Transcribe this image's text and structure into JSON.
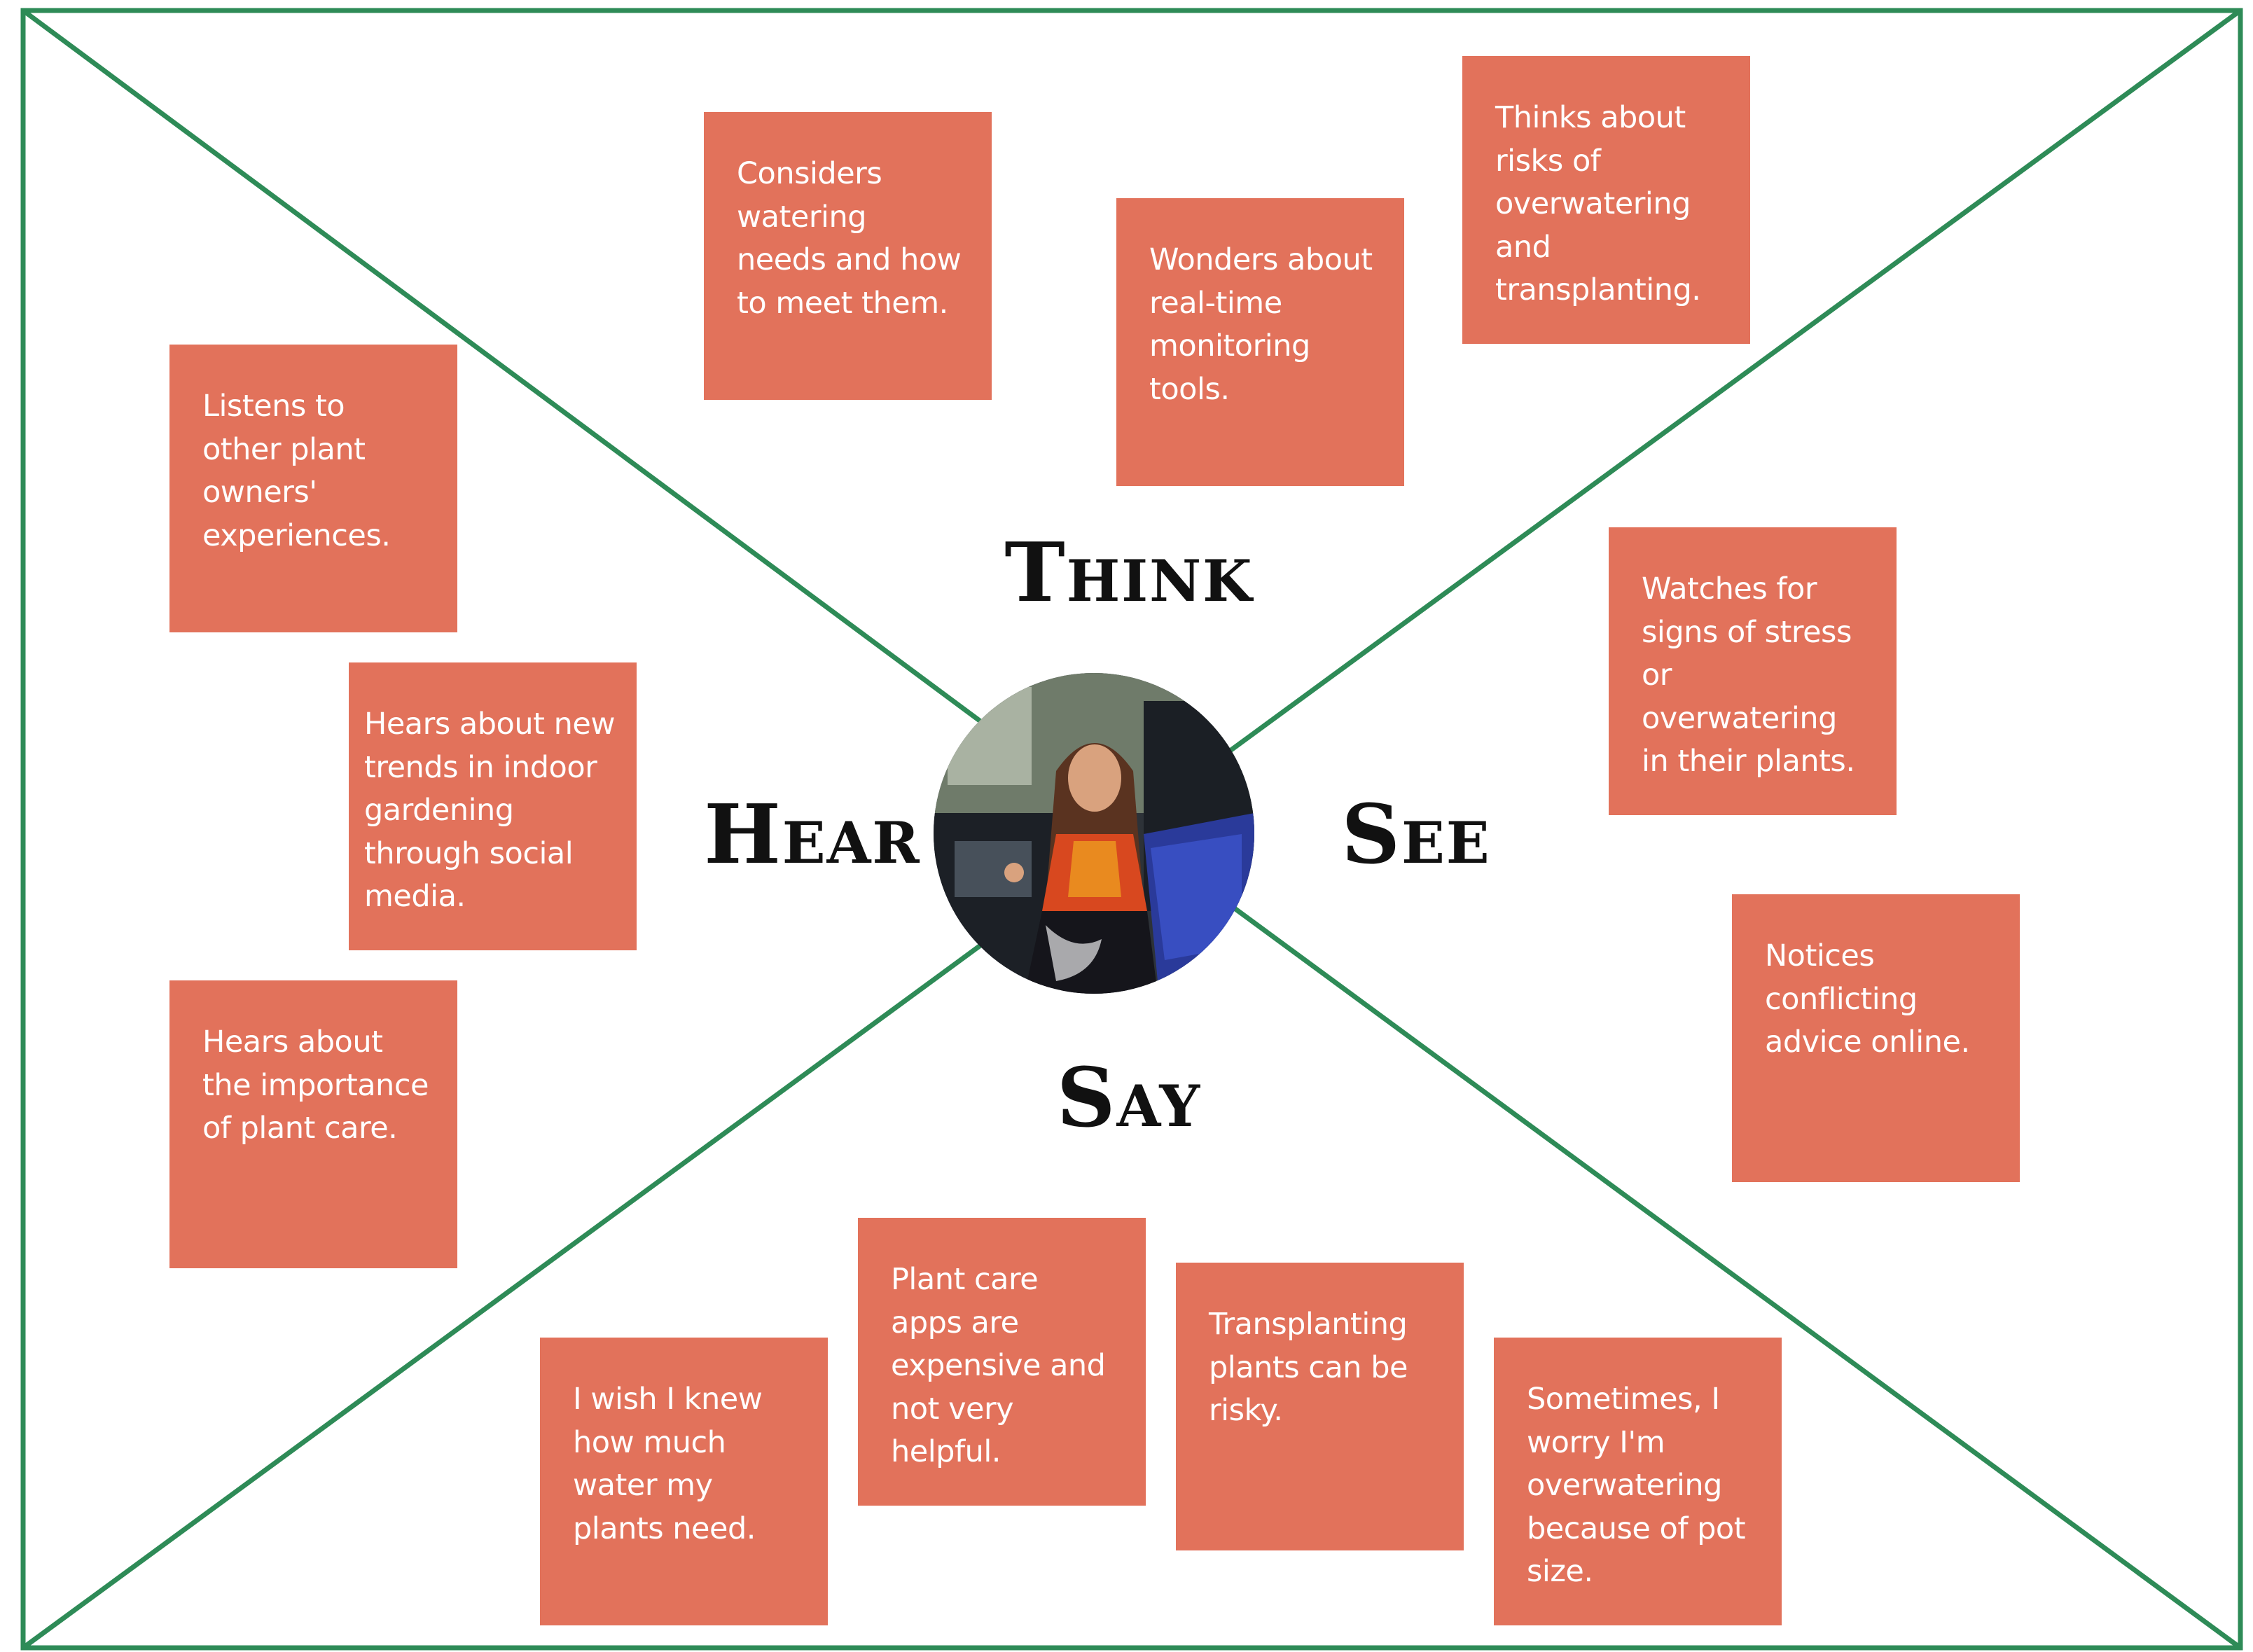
{
  "colors": {
    "frame": "#2e8b57",
    "note_bg": "#e2725b",
    "note_text": "#ffffff",
    "label_text": "#111111"
  },
  "labels": {
    "think": "Think",
    "see": "See",
    "hear": "Hear",
    "say": "Say"
  },
  "notes": {
    "think_1": "Considers watering needs and how to meet them.",
    "think_2": "Wonders about real-time monitoring tools.",
    "think_3": "Thinks about risks of overwatering and transplanting.",
    "see_1": "Watches for signs of stress or overwatering in their plants.",
    "see_2": "Notices conflicting advice online.",
    "hear_1": "Listens to other plant owners' experiences.",
    "hear_2": "Hears about new trends in indoor gardening through social media.",
    "hear_3": "Hears about the importance of plant care.",
    "say_1": "I wish I knew how much water my plants need.",
    "say_2": "Plant care apps are expensive and not very helpful.",
    "say_3": "Transplanting plants can be risky.",
    "say_4": "Sometimes, I worry I'm overwatering because of pot size."
  },
  "persona": {
    "icon": "persona-photo"
  }
}
